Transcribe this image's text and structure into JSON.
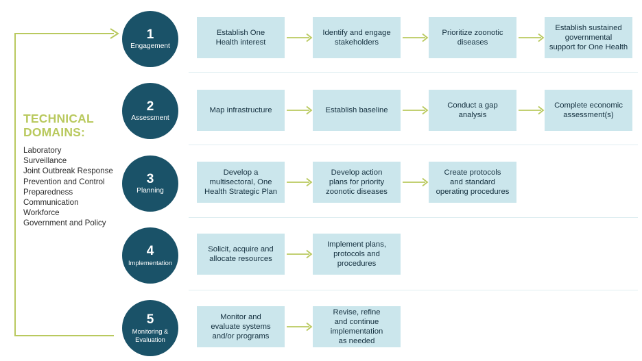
{
  "colors": {
    "circle_fill": "#1a5268",
    "box_fill": "#cbe6ec",
    "accent_green": "#b9c95e",
    "text_dark": "#14303f",
    "divider": "#dfeef1",
    "background": "#ffffff"
  },
  "sidebar": {
    "title_line1": "TECHNICAL",
    "title_line2": "DOMAINS:",
    "domains": [
      "Laboratory",
      "Surveillance",
      "Joint Outbreak Response",
      "Prevention and Control",
      "Preparedness",
      "Communication",
      "Workforce",
      "Government and Policy"
    ]
  },
  "stages": [
    {
      "number": "1",
      "label": "Engagement",
      "steps": [
        {
          "lines": [
            "Establish One",
            "Health interest"
          ]
        },
        {
          "lines": [
            "Identify and engage",
            "stakeholders"
          ]
        },
        {
          "lines": [
            "Prioritize zoonotic",
            "diseases"
          ]
        },
        {
          "lines": [
            "Establish sustained",
            "governmental",
            "support for One Health"
          ]
        }
      ]
    },
    {
      "number": "2",
      "label": "Assessment",
      "steps": [
        {
          "lines": [
            "Map infrastructure"
          ]
        },
        {
          "lines": [
            "Establish baseline"
          ]
        },
        {
          "lines": [
            "Conduct a gap",
            "analysis"
          ]
        },
        {
          "lines": [
            "Complete economic",
            "assessment(s)"
          ]
        }
      ]
    },
    {
      "number": "3",
      "label": "Planning",
      "steps": [
        {
          "lines": [
            "Develop a",
            "multisectoral, One",
            "Health Strategic Plan"
          ]
        },
        {
          "lines": [
            "Develop action",
            "plans for priority",
            "zoonotic diseases"
          ]
        },
        {
          "lines": [
            "Create protocols",
            "and standard",
            "operating procedures"
          ]
        }
      ]
    },
    {
      "number": "4",
      "label": "Implementation",
      "steps": [
        {
          "lines": [
            "Solicit, acquire and",
            "allocate resources"
          ]
        },
        {
          "lines": [
            "Implement plans,",
            "protocols and",
            "procedures"
          ]
        }
      ]
    },
    {
      "number": "5",
      "label": "Monitoring &",
      "label2": "Evaluation",
      "steps": [
        {
          "lines": [
            "Monitor and",
            "evaluate systems",
            "and/or programs"
          ]
        },
        {
          "lines": [
            "Revise, refine",
            "and continue",
            "implementation",
            "as needed"
          ]
        }
      ]
    }
  ]
}
